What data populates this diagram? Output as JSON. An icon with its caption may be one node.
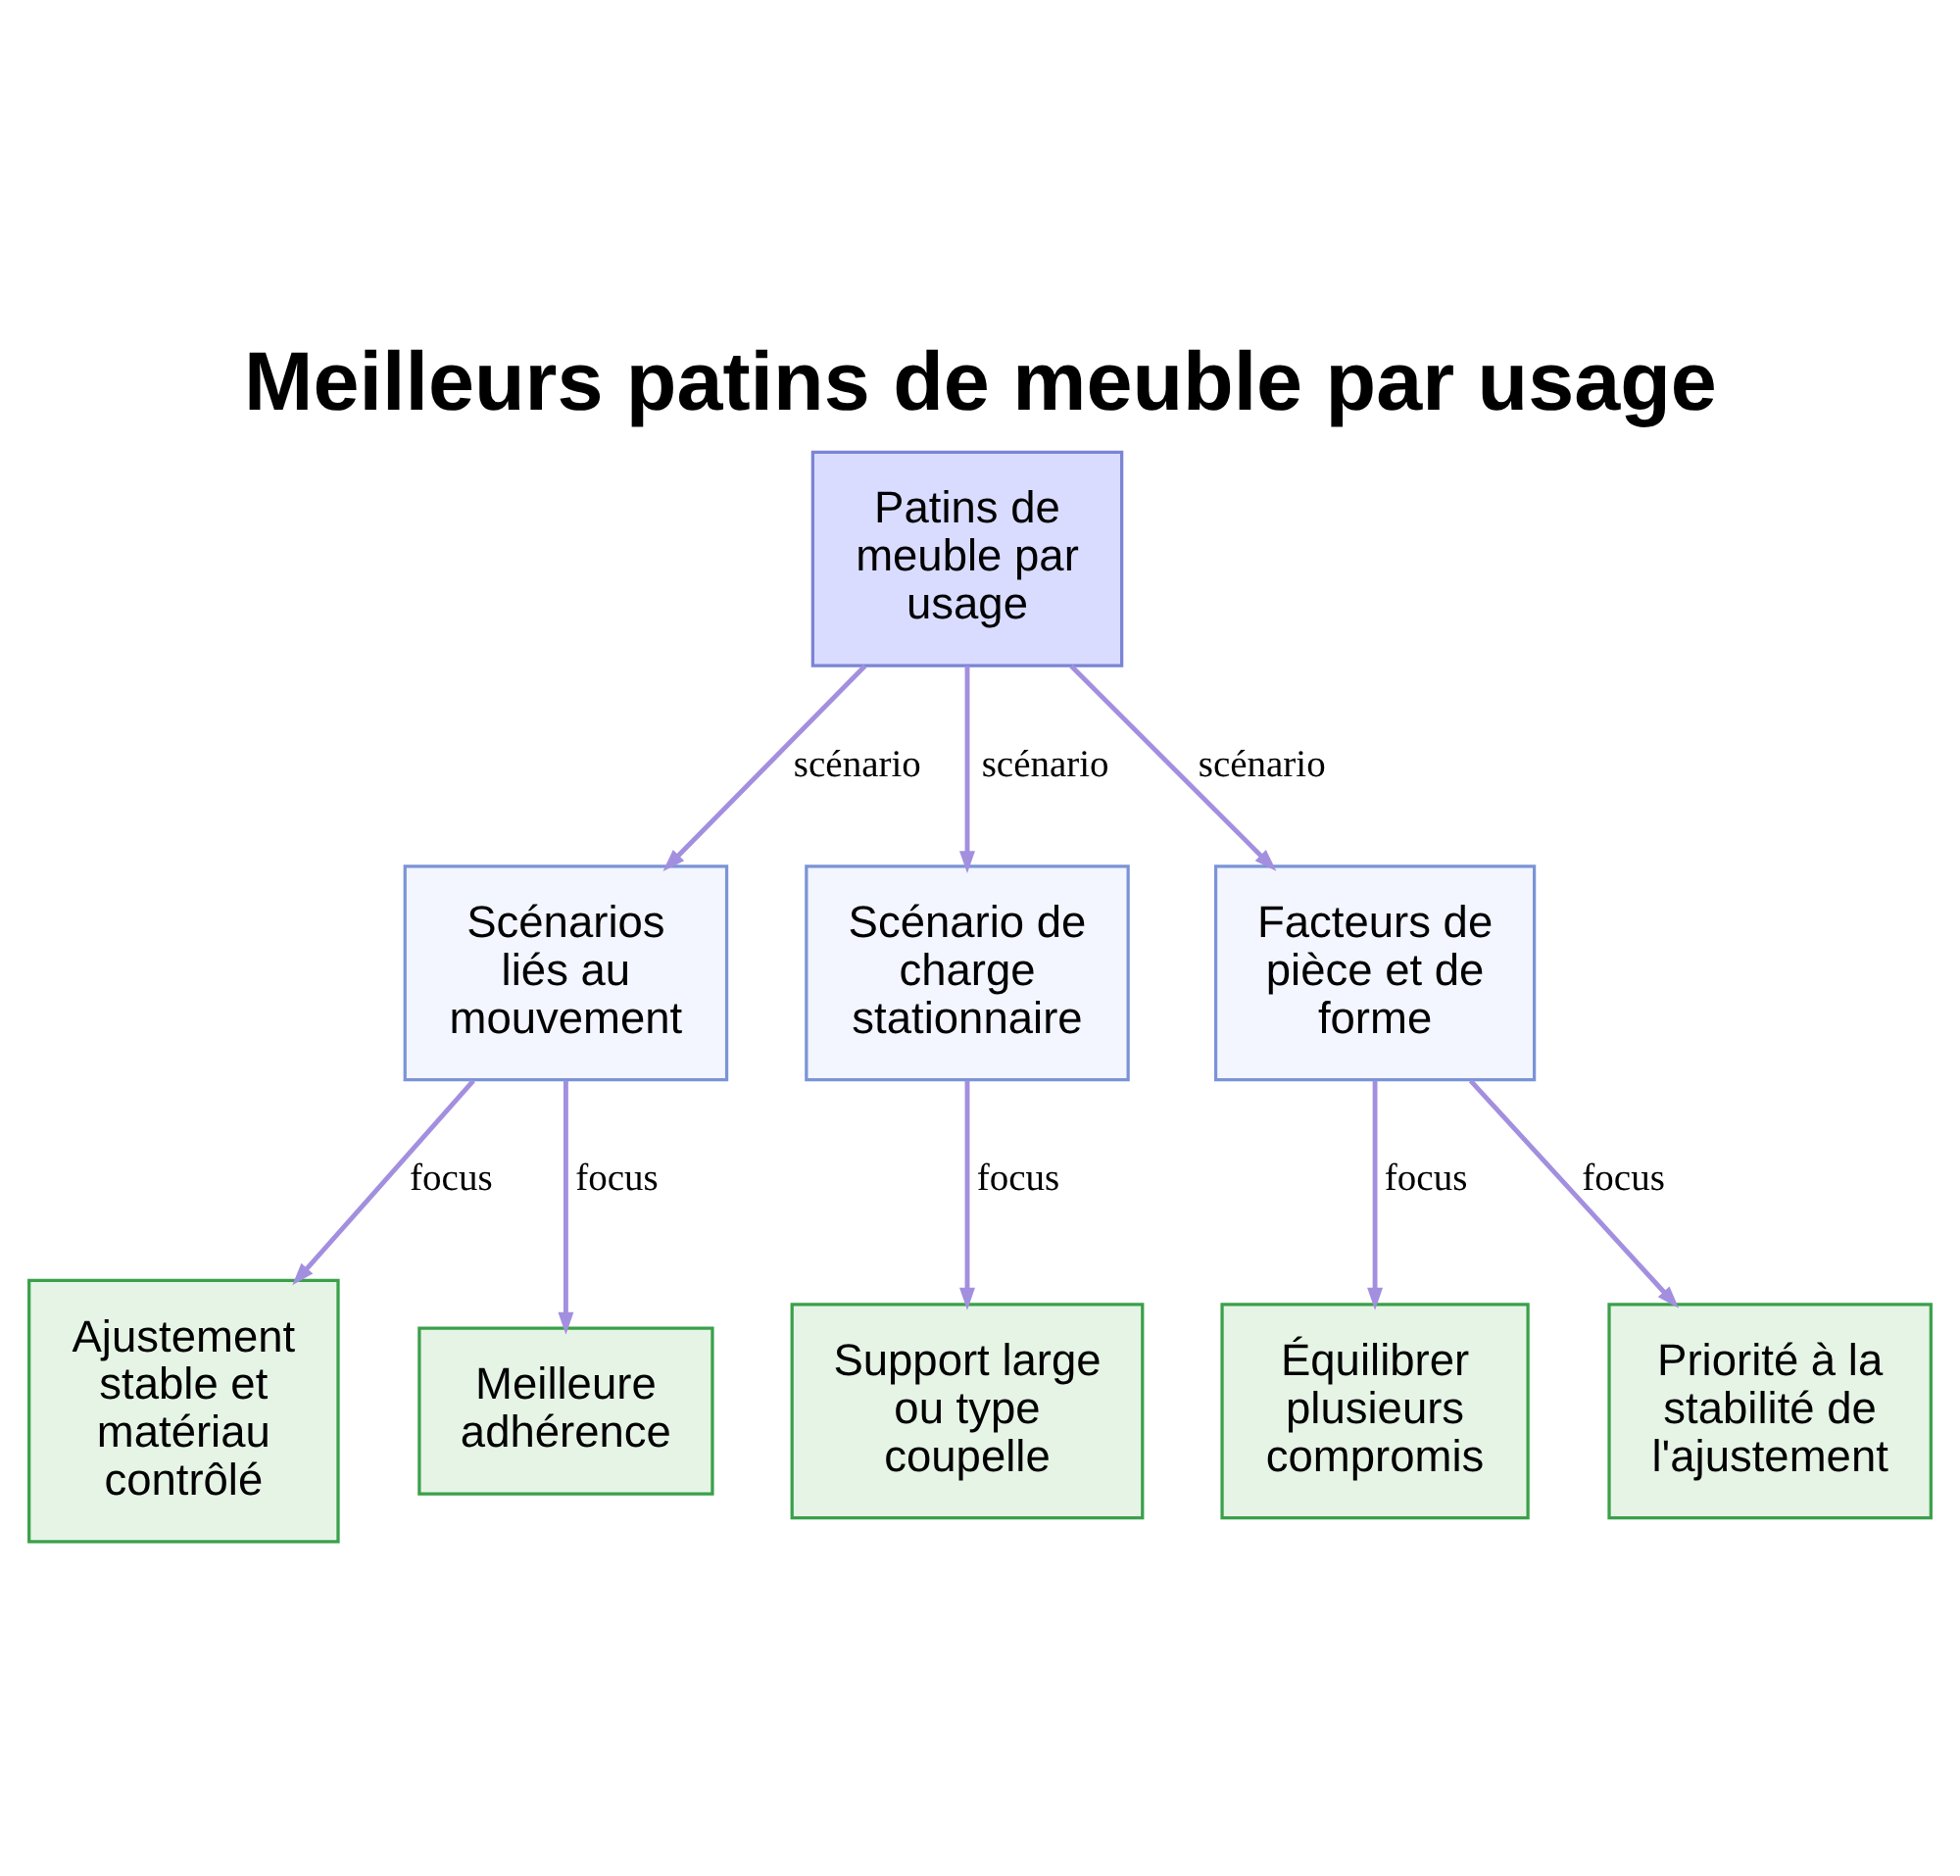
{
  "diagram": {
    "title": "Meilleurs patins de meuble par usage",
    "nodes": [
      {
        "text": [
          "Patins de meuble par usage"
        ]
      },
      {
        "text": [
          "Scénarios liés au mouvement"
        ]
      },
      {
        "text": [
          "Scénario de charge stationnaire"
        ]
      },
      {
        "text": [
          "Facteurs de pièce et de forme"
        ]
      },
      {
        "text": [
          "Ajustement stable et matériau contrôlé"
        ]
      },
      {
        "text": [
          "Meilleure adhérence"
        ]
      },
      {
        "text": [
          "Support large ou type coupelle"
        ]
      },
      {
        "text": [
          "Équilibrer plusieurs compromis"
        ]
      },
      {
        "text": [
          "Priorité à la stabilité de l'ajustement"
        ]
      }
    ],
    "edges": [
      {
        "from": 0,
        "to": 1,
        "arrow": "to",
        "label": "scénario"
      },
      {
        "from": 0,
        "to": 2,
        "arrow": "to",
        "label": "scénario"
      },
      {
        "from": 0,
        "to": 3,
        "arrow": "to",
        "label": "scénario"
      },
      {
        "from": 1,
        "to": 4,
        "arrow": "to",
        "label": "focus"
      },
      {
        "from": 1,
        "to": 5,
        "arrow": "to",
        "label": "focus"
      },
      {
        "from": 2,
        "to": 6,
        "arrow": "to",
        "label": "focus"
      },
      {
        "from": 3,
        "to": 7,
        "arrow": "to",
        "label": "focus"
      },
      {
        "from": 3,
        "to": 8,
        "arrow": "to",
        "label": "focus"
      }
    ]
  }
}
